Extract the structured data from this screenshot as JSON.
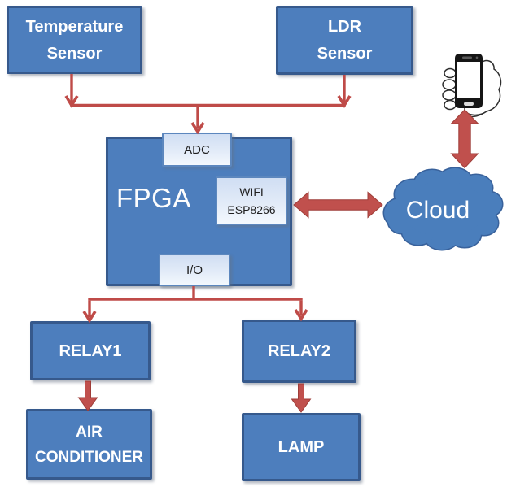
{
  "diagram": {
    "type": "block-diagram",
    "background": "#ffffff",
    "colors": {
      "node_fill": "#4d7ebd",
      "node_border": "#36598c",
      "chip_fill": "#dbe6f6",
      "chip_border": "#5c87be",
      "arrow": "#c0504d",
      "arrow_edge": "#9e3d38",
      "node_text": "#ffffff",
      "chip_text": "#1e1e1e",
      "cloud_fill": "#4a7ebc",
      "cloud_border": "#38619b"
    },
    "nodes": {
      "temperature_sensor": {
        "line1": "Temperature",
        "line2": "Sensor"
      },
      "ldr_sensor": {
        "line1": "LDR",
        "line2": "Sensor"
      },
      "fpga": {
        "label": "FPGA"
      },
      "adc": {
        "label": "ADC"
      },
      "wifi": {
        "line1": "WIFI",
        "line2": "ESP8266"
      },
      "io": {
        "label": "I/O"
      },
      "relay1": {
        "label": "RELAY1"
      },
      "relay2": {
        "label": "RELAY2"
      },
      "air_conditioner": {
        "line1": "AIR",
        "line2": "CONDITIONER"
      },
      "lamp": {
        "label": "LAMP"
      },
      "cloud": {
        "label": "Cloud"
      },
      "smartphone": {
        "icon": "hand-holding-smartphone-icon"
      }
    },
    "edges": [
      {
        "from": "temperature_sensor",
        "to": "adc",
        "type": "arrow"
      },
      {
        "from": "ldr_sensor",
        "to": "adc",
        "type": "arrow"
      },
      {
        "from": "io",
        "to": "relay1",
        "type": "arrow"
      },
      {
        "from": "io",
        "to": "relay2",
        "type": "arrow"
      },
      {
        "from": "relay1",
        "to": "air_conditioner",
        "type": "arrow"
      },
      {
        "from": "relay2",
        "to": "lamp",
        "type": "arrow"
      },
      {
        "from": "wifi",
        "to": "cloud",
        "type": "double-arrow"
      },
      {
        "from": "cloud",
        "to": "smartphone",
        "type": "double-arrow"
      }
    ]
  }
}
